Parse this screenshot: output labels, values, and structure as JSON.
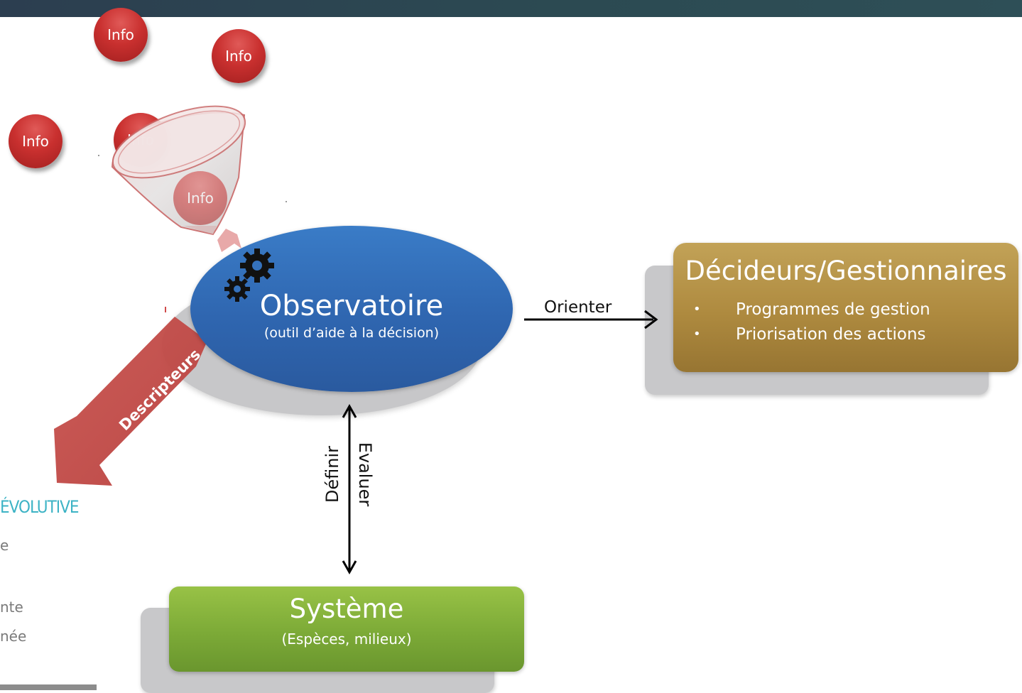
{
  "bubbles": [
    {
      "label": "Info"
    },
    {
      "label": "Info"
    },
    {
      "label": "Info"
    },
    {
      "label": "Info"
    },
    {
      "label": "Info"
    }
  ],
  "observatoire": {
    "title": "Observatoire",
    "subtitle": "(outil d’aide à la décision)"
  },
  "decideurs": {
    "title": "Décideurs/Gestionnaires",
    "items": [
      "Programmes de gestion",
      "Priorisation des actions"
    ],
    "bullet": "•"
  },
  "systeme": {
    "title": "Système",
    "subtitle": "(Espèces, milieux)"
  },
  "arrows": {
    "orienter": "Orienter",
    "definir": "Définir",
    "evaluer": "Evaluer",
    "descripteurs": "Descripteurs"
  },
  "partial_panel": {
    "heading": "ÉVOLUTIVE",
    "lines": [
      "e",
      "",
      "nte",
      "née"
    ]
  },
  "colors": {
    "top_bar": "#2c4a52",
    "bubble_red": "#c9302f",
    "ellipse_blue": "#2f66b0",
    "decideurs_gold": "#ae8a3f",
    "systeme_green": "#7caa37",
    "descripteurs_arrow": "#c0504d",
    "heading_teal": "#3db3c5"
  },
  "icons": {
    "gears": "gears-icon",
    "funnel": "funnel-icon"
  }
}
